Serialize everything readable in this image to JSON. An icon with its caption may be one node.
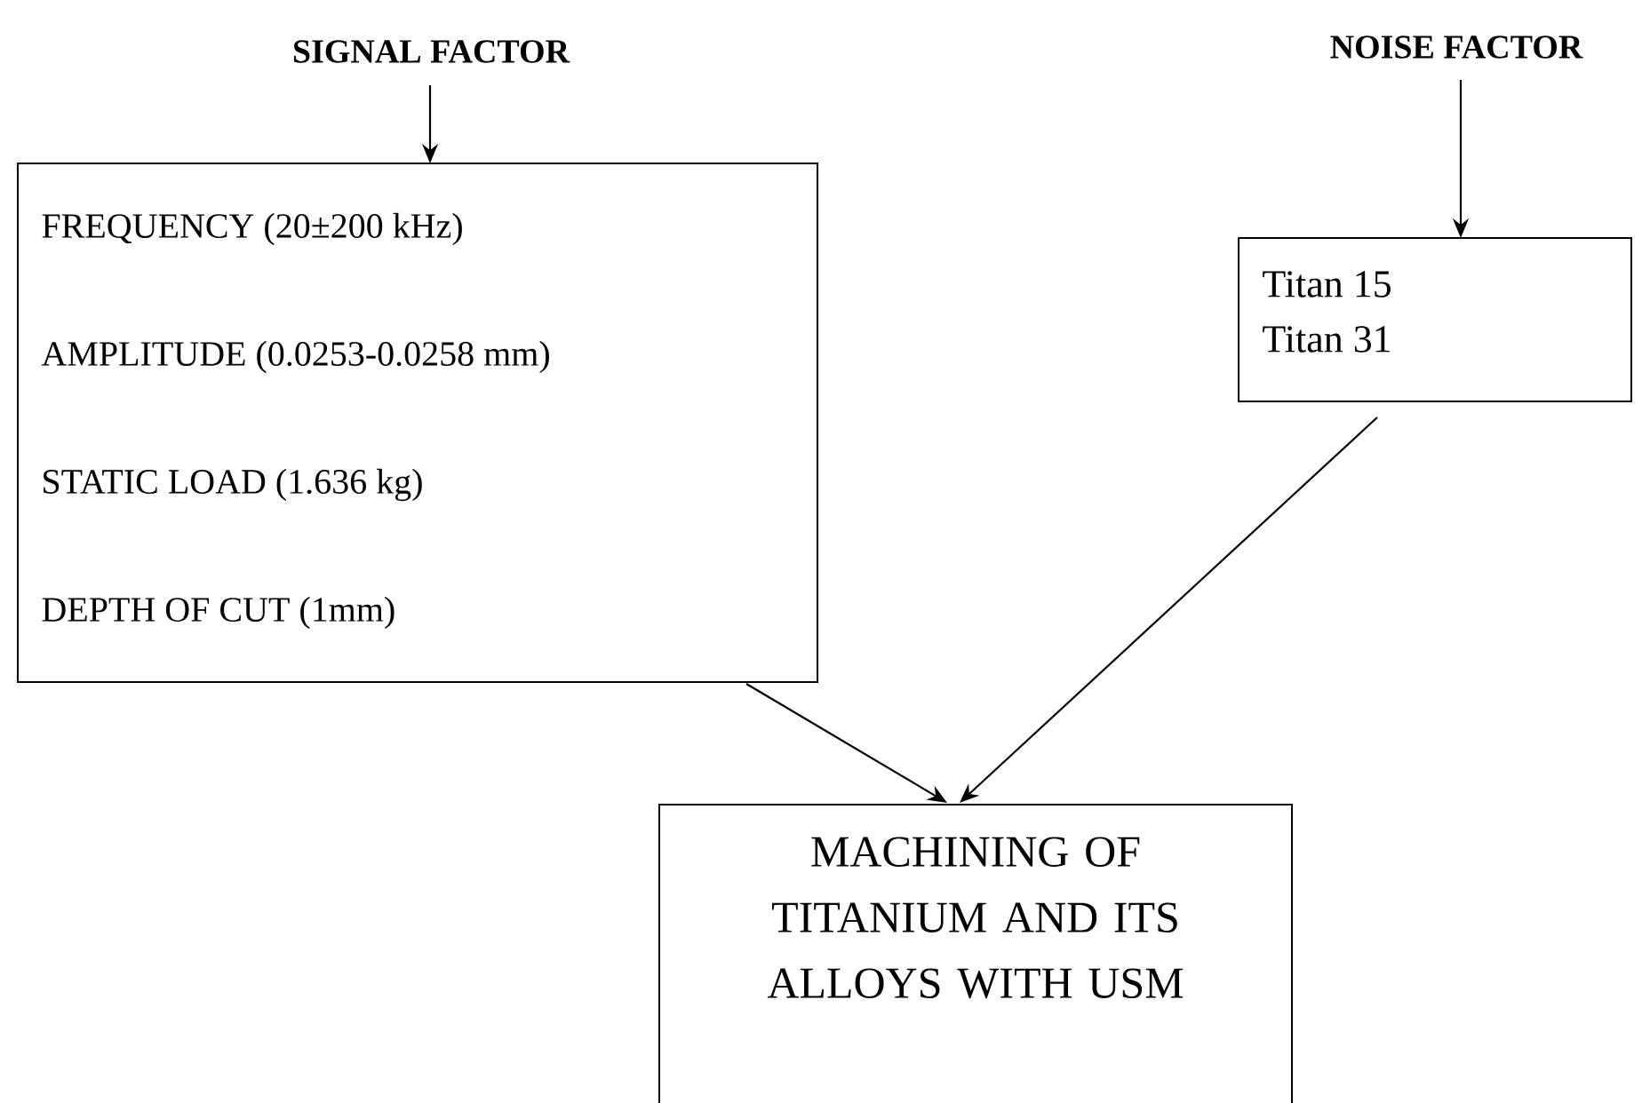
{
  "diagram": {
    "nodes": [
      {
        "text": [
          "SIGNAL FACTOR"
        ]
      },
      {
        "text": [
          "FREQUENCY (20±200 kHz)",
          "AMPLITUDE (0.0253-0.0258 mm)",
          "STATIC LOAD (1.636 kg)",
          "DEPTH OF CUT (1mm)"
        ]
      },
      {
        "text": [
          "NOISE FACTOR"
        ]
      },
      {
        "text": [
          "Titan 15",
          "Titan 31"
        ]
      },
      {
        "text": [
          "MACHINING OF TITANIUM AND ITS ALLOYS WITH USM"
        ]
      }
    ],
    "edges": [
      {
        "from": 0,
        "to": 1,
        "arrow": "to"
      },
      {
        "from": 2,
        "to": 3,
        "arrow": "to"
      },
      {
        "from": 1,
        "to": 4,
        "arrow": "to"
      },
      {
        "from": 3,
        "to": 4,
        "arrow": "to"
      }
    ]
  }
}
